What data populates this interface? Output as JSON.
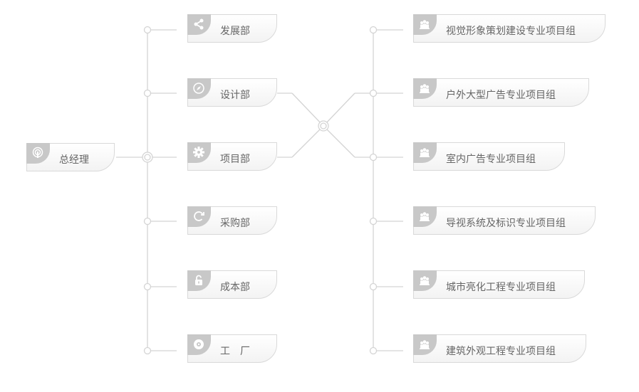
{
  "colors": {
    "line": "#d4d4d4",
    "node_fill": "#ffffff",
    "card_border": "#d9d9d9",
    "tab": "#c8c8c8",
    "text": "#666666"
  },
  "root": {
    "label": "总经理",
    "icon": "broadcast-icon"
  },
  "departments": [
    {
      "label": "发展部",
      "icon": "share-icon"
    },
    {
      "label": "设计部",
      "icon": "compass-icon"
    },
    {
      "label": "项目部",
      "icon": "gear-icon"
    },
    {
      "label": "采购部",
      "icon": "refresh-icon"
    },
    {
      "label": "成本部",
      "icon": "unlock-icon"
    },
    {
      "label": "工　厂",
      "icon": "dial-icon"
    }
  ],
  "project_groups": [
    {
      "label": "视觉形象策划建设专业项目组",
      "icon": "team-icon"
    },
    {
      "label": "户外大型广告专业项目组",
      "icon": "team-icon"
    },
    {
      "label": "室内广告专业项目组",
      "icon": "team-icon"
    },
    {
      "label": "导视系统及标识专业项目组",
      "icon": "team-icon"
    },
    {
      "label": "城市亮化工程专业项目组",
      "icon": "team-icon"
    },
    {
      "label": "建筑外观工程专业项目组",
      "icon": "team-icon"
    }
  ]
}
